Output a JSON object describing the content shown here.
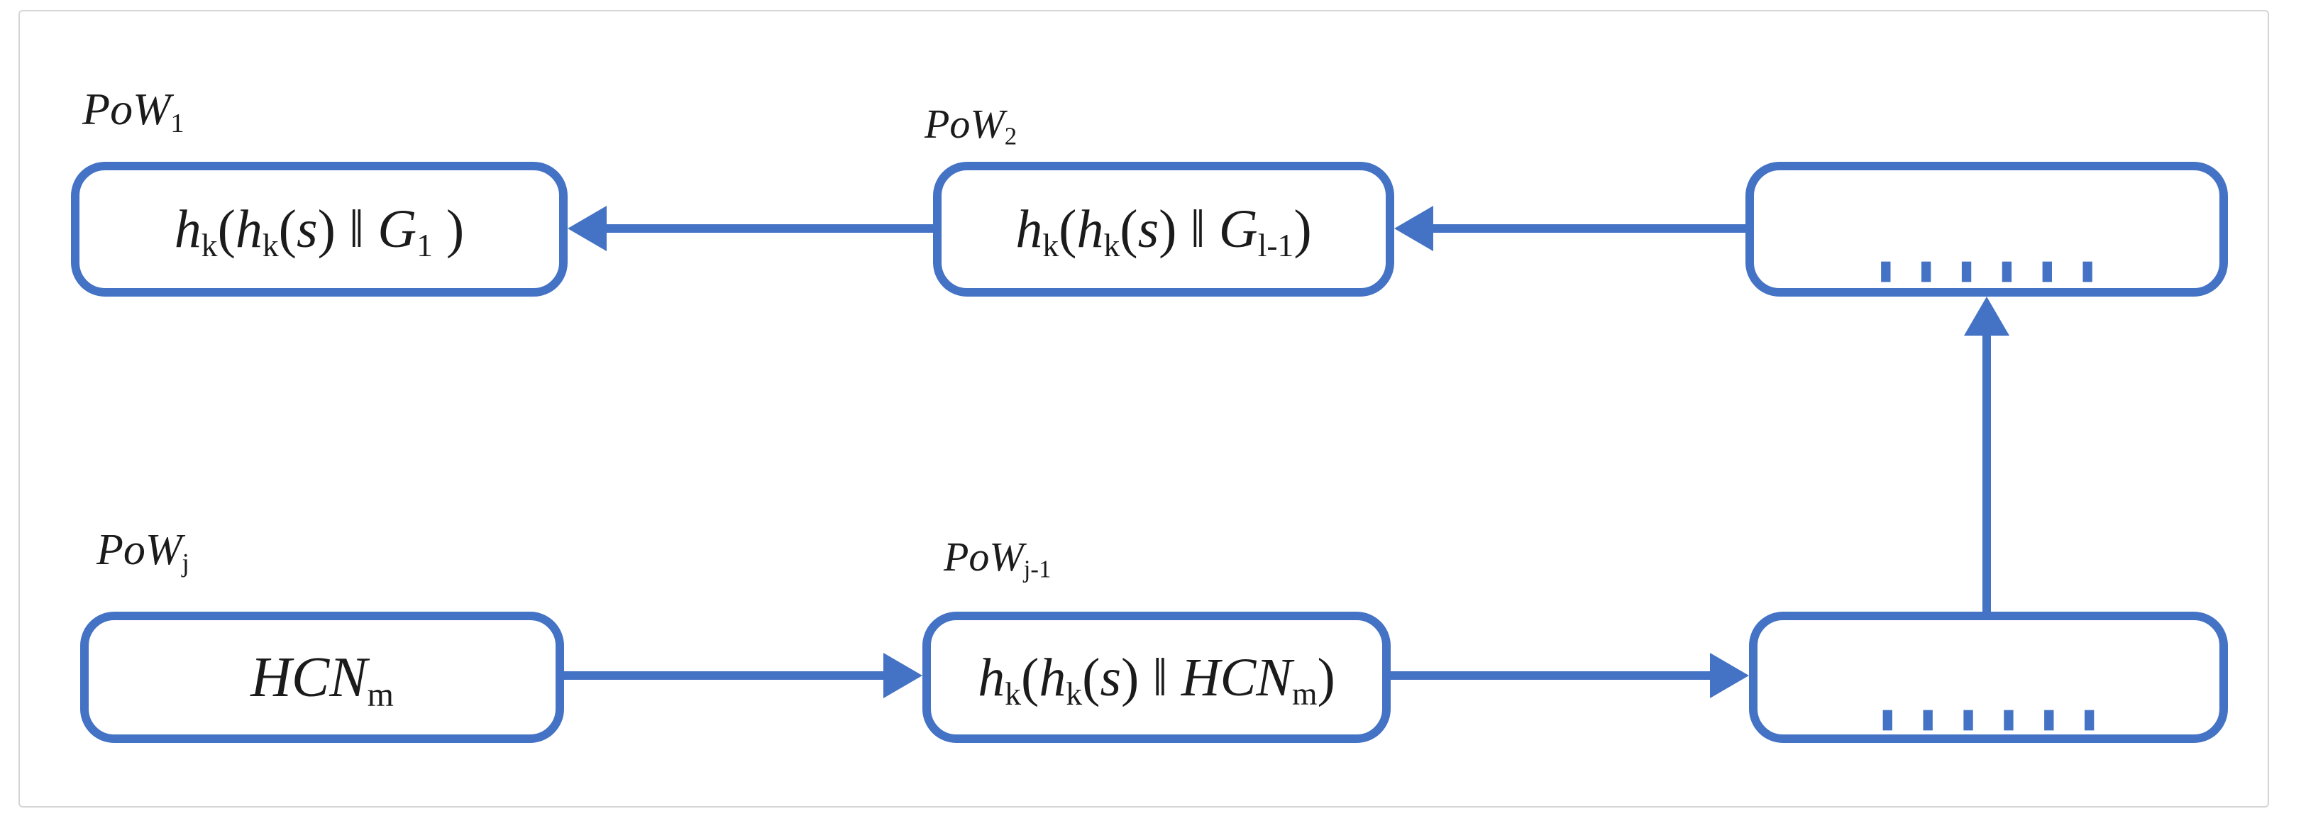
{
  "figure": {
    "type": "hash-chain-diagram",
    "colors": {
      "accent": "#4472C4",
      "frame_border": "#d5d5d5",
      "text": "#1b1b1b",
      "background": "#ffffff"
    }
  },
  "nodes": {
    "pow1": {
      "label_text": "PoW_1",
      "label_html": "<i>PoW</i><sub>1</sub>",
      "content_text": "h_k(h_k(s) ‖ G_1 )",
      "content_html": "<i>h</i><sub>k</sub>(<i>h</i><sub>k</sub>(<i>s</i>) ‖ <i>G</i><sub>1</sub> )"
    },
    "pow2": {
      "label_text": "PoW_2",
      "label_html": "<i>PoW</i><sub>2</sub>",
      "content_text": "h_k(h_k(s) ‖ G_l-1)",
      "content_html": "<i>h</i><sub>k</sub>(<i>h</i><sub>k</sub>(<i>s</i>) ‖ <i>G</i><sub>l-1</sub>)"
    },
    "ellipsis_top": {
      "content_text": "......"
    },
    "powj": {
      "label_text": "PoW_j",
      "label_html": "<i>PoW</i><sub>j</sub>",
      "content_text": "HCN_m",
      "content_html": "<i>HCN</i><sub>m</sub>"
    },
    "powj1": {
      "label_text": "PoW_j-1",
      "label_html": "<i>PoW</i><sub>j-1</sub>",
      "content_text": "h_k(h_k(s) ‖ HCN_m)",
      "content_html": "<i>h</i><sub>k</sub>(<i>h</i><sub>k</sub>(<i>s</i>) ‖ <i>HCN</i><sub>m</sub>)"
    },
    "ellipsis_bottom": {
      "content_text": "......"
    }
  },
  "arrows": [
    {
      "from": "pow2",
      "to": "pow1",
      "direction": "left"
    },
    {
      "from": "ellipsis_top",
      "to": "pow2",
      "direction": "left"
    },
    {
      "from": "powj",
      "to": "powj1",
      "direction": "right"
    },
    {
      "from": "powj1",
      "to": "ellipsis_bottom",
      "direction": "right"
    },
    {
      "from": "ellipsis_bottom",
      "to": "ellipsis_top",
      "direction": "up"
    }
  ]
}
